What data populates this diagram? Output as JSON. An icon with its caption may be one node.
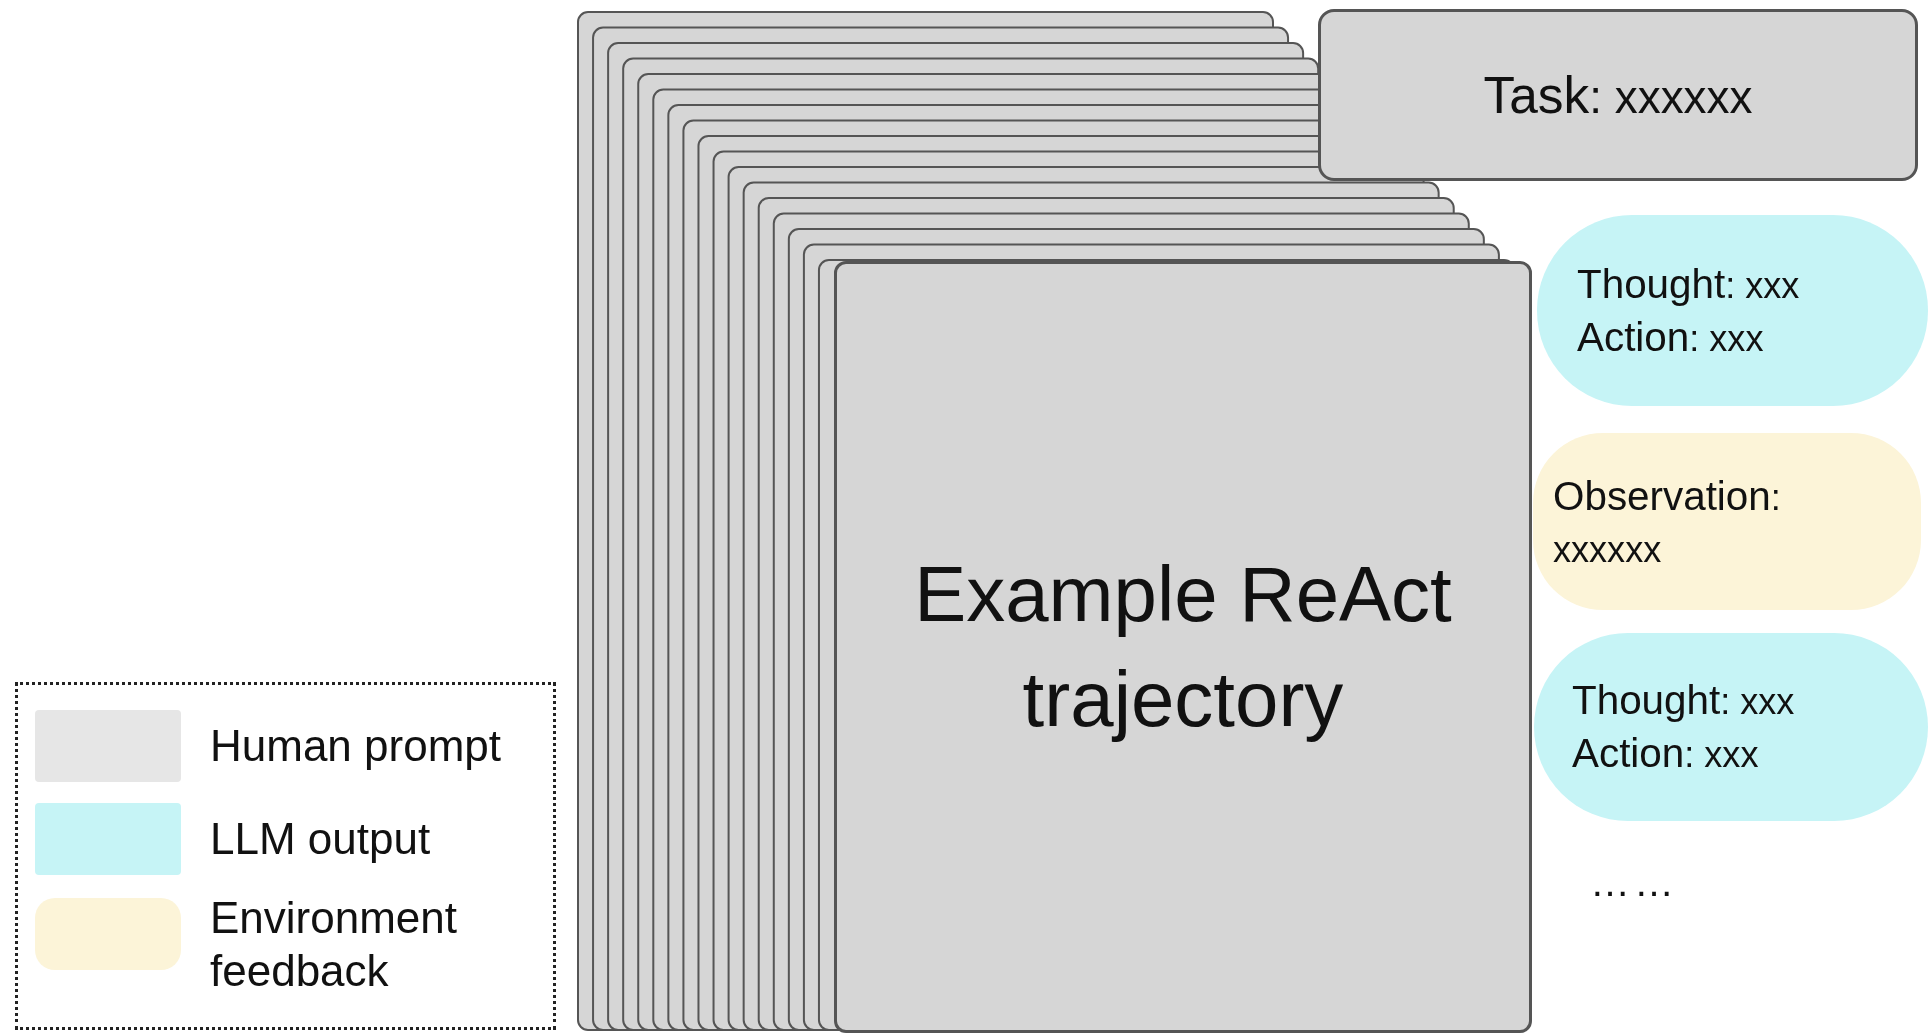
{
  "diagram": {
    "nodes": [
      {
        "text": [
          "Example ReAct trajectory"
        ]
      },
      {
        "text": [
          "**Task**: xxxxxx"
        ]
      },
      {
        "text": [
          "**Thought**: xxx",
          "**Action**: xxx"
        ]
      },
      {
        "text": [
          "**Observation**: xxxxxx"
        ]
      },
      {
        "text": [
          "**Thought**: xxx",
          "**Action**: xxx"
        ]
      }
    ],
    "edges": [],
    "labels": [
      "……"
    ],
    "legend": [
      {
        "text": "Human prompt",
        "color": "#e6e6e6"
      },
      {
        "text": "LLM output",
        "color": "#c6f4f6"
      },
      {
        "text": "Environment feedback",
        "color": "#fcf4d8"
      }
    ]
  }
}
